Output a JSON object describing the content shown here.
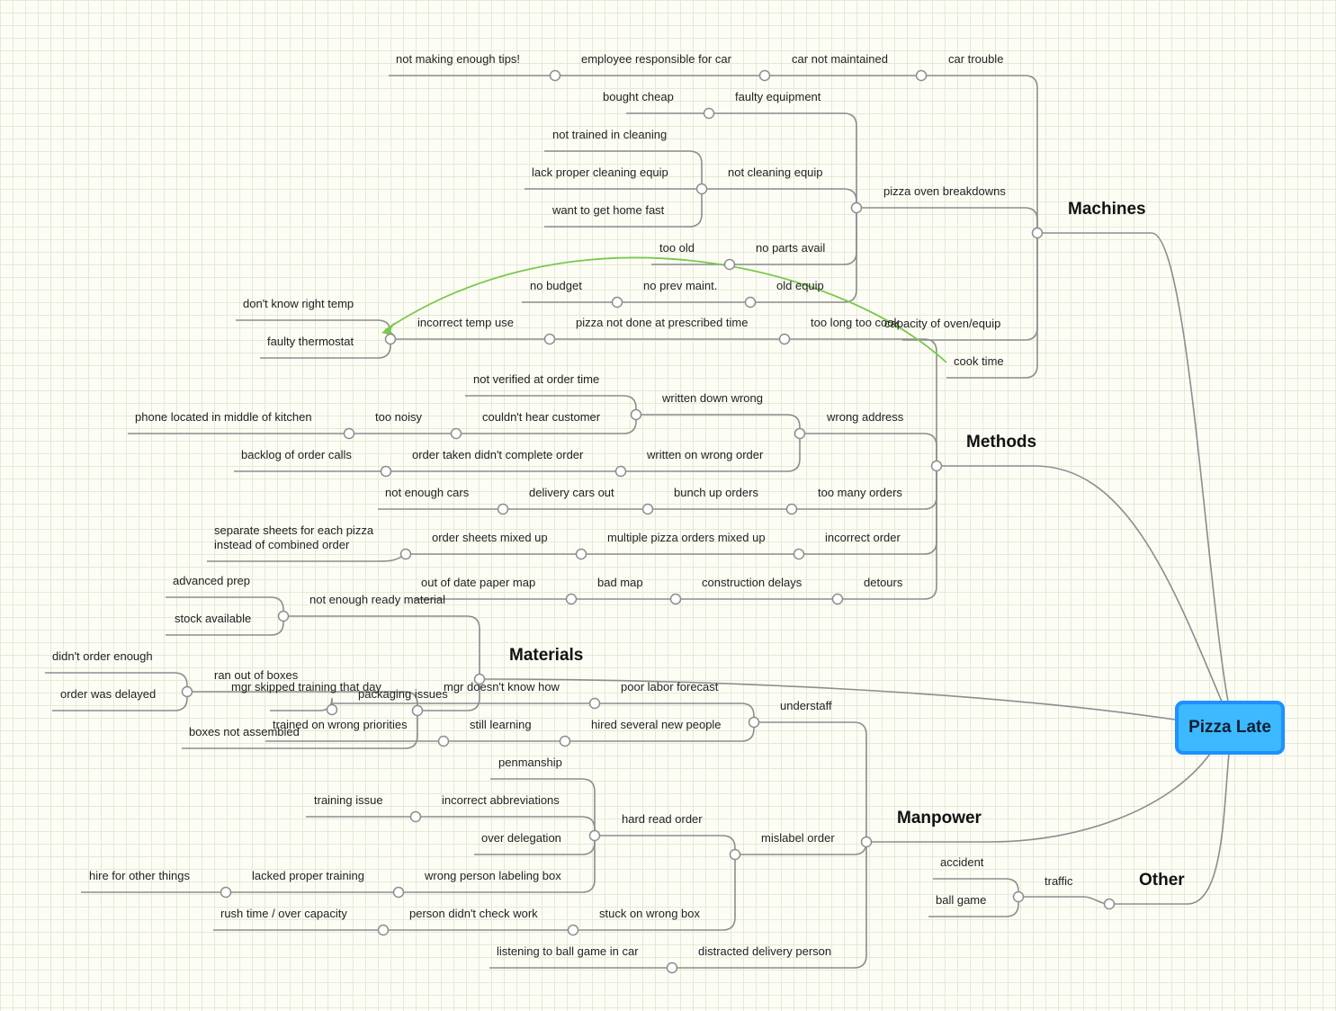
{
  "root": {
    "label": "Pizza Late"
  },
  "colors": {
    "root_fill": "#3cb9ff",
    "root_border": "#1e90ff",
    "line": "#8d8d8d",
    "relation": "#79c94d",
    "grid": "#e4ead4"
  },
  "branches": {
    "machines": {
      "label": "Machines"
    },
    "methods": {
      "label": "Methods"
    },
    "materials": {
      "label": "Materials"
    },
    "manpower": {
      "label": "Manpower"
    },
    "other": {
      "label": "Other"
    }
  },
  "topics": {
    "car_trouble": "car trouble",
    "car_not_maintained": "car not maintained",
    "employee_responsible": "employee responsible for car",
    "not_enough_tips": "not making enough tips!",
    "faulty_equipment": "faulty equipment",
    "bought_cheap": "bought cheap",
    "pizza_oven_breakdowns": "pizza oven breakdowns",
    "not_cleaning_equip": "not cleaning equip",
    "not_trained_cleaning": "not trained in cleaning",
    "lack_cleaning_equip": "lack proper cleaning equip",
    "want_home_fast": "want to get home fast",
    "no_parts_avail": "no parts avail",
    "too_old": "too old",
    "old_equip": "old equip",
    "no_prev_maint": "no prev maint.",
    "no_budget": "no budget",
    "capacity_oven": "capacity of oven/equip",
    "cook_time": "cook time",
    "too_long_cook": "too long too cook",
    "pizza_not_done": "pizza not done at prescribed time",
    "incorrect_temp": "incorrect temp use",
    "dont_know_temp": "don't know right temp",
    "faulty_thermostat": "faulty thermostat",
    "wrong_address": "wrong address",
    "written_down_wrong": "written down wrong",
    "not_verified": "not verified at order time",
    "couldnt_hear": "couldn't hear customer",
    "too_noisy": "too noisy",
    "phone_middle": "phone located in middle of kitchen",
    "written_wrong_order": "written on wrong order",
    "order_taken_incomplete": "order taken didn't complete order",
    "backlog_calls": "backlog of order calls",
    "too_many_orders": "too many orders",
    "bunch_up_orders": "bunch up orders",
    "delivery_cars_out": "delivery cars out",
    "not_enough_cars": "not enough cars",
    "incorrect_order": "incorrect order",
    "multiple_mixed": "multiple pizza orders mixed up",
    "sheets_mixed": "order sheets mixed up",
    "separate_sheets_1": "separate sheets for each pizza",
    "separate_sheets_2": "instead of combined order",
    "detours": "detours",
    "construction_delays": "construction delays",
    "bad_map": "bad map",
    "out_of_date_map": "out of date paper map",
    "not_enough_ready": "not enough ready material",
    "advanced_prep": "advanced prep",
    "stock_available": "stock available",
    "packaging_issues": "packaging issues",
    "ran_out_boxes": "ran out of boxes",
    "didnt_order_enough": "didn't order enough",
    "order_delayed": "order was delayed",
    "boxes_not_assembled": "boxes not assembled",
    "understaff": "understaff",
    "poor_labor_forecast": "poor labor forecast",
    "mgr_doesnt_know": "mgr doesn't know how",
    "mgr_skipped": "mgr skipped training that day",
    "hired_new": "hired several new people",
    "still_learning": "still learning",
    "trained_wrong": "trained on wrong priorities",
    "mislabel_order": "mislabel order",
    "hard_read_order": "hard read order",
    "penmanship": "penmanship",
    "incorrect_abbrev": "incorrect abbreviations",
    "training_issue": "training issue",
    "over_delegation": "over delegation",
    "wrong_person_labeling": "wrong person labeling box",
    "lacked_training": "lacked proper training",
    "hire_other": "hire for other things",
    "stuck_wrong_box": "stuck on wrong box",
    "didnt_check": "person didn't check work",
    "rush_time": "rush time / over capacity",
    "distracted": "distracted delivery person",
    "listening_ball": "listening to ball game in car",
    "traffic": "traffic",
    "accident": "accident",
    "ball_game": "ball game"
  }
}
